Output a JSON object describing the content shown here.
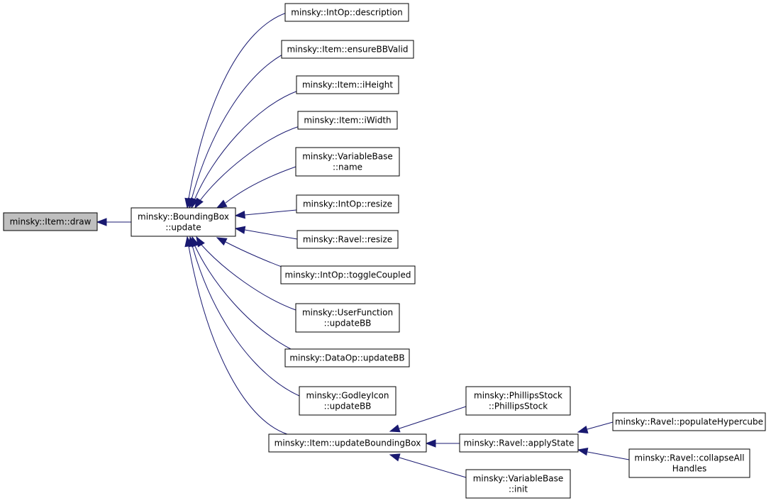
{
  "diagram": {
    "nodes": [
      {
        "id": "draw",
        "lines": [
          "minsky::Item::draw"
        ],
        "highlight": true
      },
      {
        "id": "bbupdate",
        "lines": [
          "minsky::BoundingBox",
          "::update"
        ]
      },
      {
        "id": "intop_desc",
        "lines": [
          "minsky::IntOp::description"
        ]
      },
      {
        "id": "item_ensure",
        "lines": [
          "minsky::Item::ensureBBValid"
        ]
      },
      {
        "id": "item_iheight",
        "lines": [
          "minsky::Item::iHeight"
        ]
      },
      {
        "id": "item_iwidth",
        "lines": [
          "minsky::Item::iWidth"
        ]
      },
      {
        "id": "varbase_name",
        "lines": [
          "minsky::VariableBase",
          "::name"
        ]
      },
      {
        "id": "intop_resize",
        "lines": [
          "minsky::IntOp::resize"
        ]
      },
      {
        "id": "ravel_resize",
        "lines": [
          "minsky::Ravel::resize"
        ]
      },
      {
        "id": "intop_toggle",
        "lines": [
          "minsky::IntOp::toggleCoupled"
        ]
      },
      {
        "id": "userfunc_updbb",
        "lines": [
          "minsky::UserFunction",
          "::updateBB"
        ]
      },
      {
        "id": "dataop_updbb",
        "lines": [
          "minsky::DataOp::updateBB"
        ]
      },
      {
        "id": "godley_updbb",
        "lines": [
          "minsky::GodleyIcon",
          "::updateBB"
        ]
      },
      {
        "id": "item_updbbox",
        "lines": [
          "minsky::Item::updateBoundingBox"
        ]
      },
      {
        "id": "phillips",
        "lines": [
          "minsky::PhillipsStock",
          "::PhillipsStock"
        ]
      },
      {
        "id": "ravel_apply",
        "lines": [
          "minsky::Ravel::applyState"
        ]
      },
      {
        "id": "varbase_init",
        "lines": [
          "minsky::VariableBase",
          "::init"
        ]
      },
      {
        "id": "ravel_populate",
        "lines": [
          "minsky::Ravel::populateHypercube"
        ]
      },
      {
        "id": "ravel_collapse",
        "lines": [
          "minsky::Ravel::collapseAll",
          "Handles"
        ]
      }
    ],
    "edges": [
      {
        "from": "bbupdate",
        "to": "draw"
      },
      {
        "from": "intop_desc",
        "to": "bbupdate"
      },
      {
        "from": "item_ensure",
        "to": "bbupdate"
      },
      {
        "from": "item_iheight",
        "to": "bbupdate"
      },
      {
        "from": "item_iwidth",
        "to": "bbupdate"
      },
      {
        "from": "varbase_name",
        "to": "bbupdate"
      },
      {
        "from": "intop_resize",
        "to": "bbupdate"
      },
      {
        "from": "ravel_resize",
        "to": "bbupdate"
      },
      {
        "from": "intop_toggle",
        "to": "bbupdate"
      },
      {
        "from": "userfunc_updbb",
        "to": "bbupdate"
      },
      {
        "from": "dataop_updbb",
        "to": "bbupdate"
      },
      {
        "from": "godley_updbb",
        "to": "bbupdate"
      },
      {
        "from": "item_updbbox",
        "to": "bbupdate"
      },
      {
        "from": "phillips",
        "to": "item_updbbox"
      },
      {
        "from": "ravel_apply",
        "to": "item_updbbox"
      },
      {
        "from": "varbase_init",
        "to": "item_updbbox"
      },
      {
        "from": "ravel_populate",
        "to": "ravel_apply"
      },
      {
        "from": "ravel_collapse",
        "to": "ravel_apply"
      }
    ],
    "colors": {
      "edge": "#191970",
      "highlight_fill": "#bfbfbf",
      "node_fill": "#ffffff"
    }
  }
}
